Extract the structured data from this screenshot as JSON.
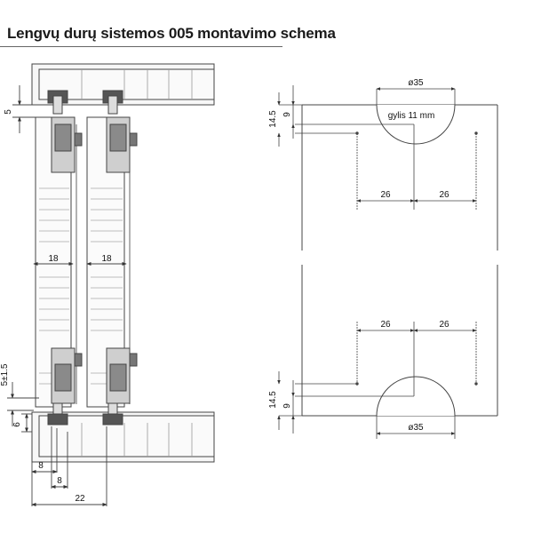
{
  "title": "Lengvų durų sistemos 005 montavimo schema",
  "colors": {
    "line": "#333333",
    "dim": "#444444",
    "fill_light": "#f2f2f2",
    "fill_mid": "#cfcfcf",
    "fill_dark": "#8a8a8a"
  },
  "left_drawing": {
    "dims": {
      "top_gap": "5",
      "panel_width_1": "18",
      "panel_width_2": "18",
      "guide_gap": "5±1.5",
      "bottom_height": "6",
      "offset_8a": "8",
      "offset_8b": "8",
      "total_22": "22"
    }
  },
  "right_drawing": {
    "top_block": {
      "dia": "ø35",
      "depth_note": "gylis 11 mm",
      "v_9": "9",
      "v_14_5": "14.5",
      "h_left": "26",
      "h_right": "26"
    },
    "bottom_block": {
      "dia": "ø35",
      "v_9": "9",
      "v_14_5": "14.5",
      "h_left": "26",
      "h_right": "26"
    }
  }
}
